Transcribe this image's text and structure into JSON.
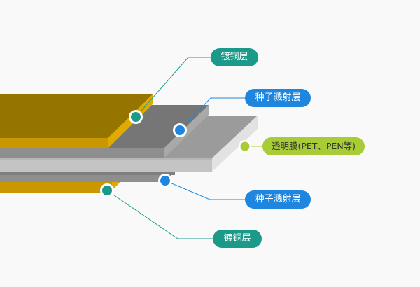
{
  "diagram": {
    "title": "",
    "colors": {
      "background": "#f9f9f9",
      "copper_top": "#957400",
      "copper_edge": "#c99700",
      "copper_bevel": "#e0aa00",
      "seed_top": "#767676",
      "seed_front": "#8e8e8e",
      "seed_bevel": "#a9a9a9",
      "film_top": "#9b9b9b",
      "film_front": "#c4c4c4",
      "film_side": "#e2e2e2",
      "teal": "#1b9a8a",
      "blue": "#1f86e0",
      "lime": "#a8cc35"
    },
    "layers": [
      {
        "id": "copper-top",
        "label": "镀铜层",
        "color_key": "teal"
      },
      {
        "id": "seed-top",
        "label": "种子溅射层",
        "color_key": "blue"
      },
      {
        "id": "film",
        "label": "透明膜(PET、PEN等)",
        "color_key": "lime"
      },
      {
        "id": "seed-bottom",
        "label": "种子溅射层",
        "color_key": "blue"
      },
      {
        "id": "copper-bottom",
        "label": "镀铜层",
        "color_key": "teal"
      }
    ]
  }
}
